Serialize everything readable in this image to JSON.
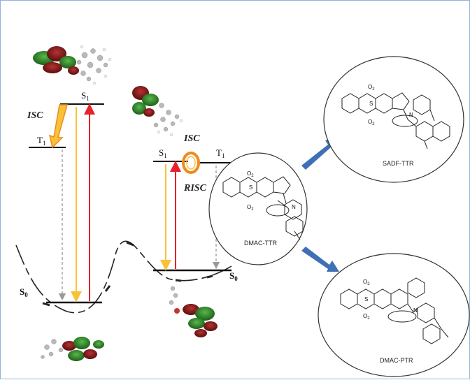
{
  "colors": {
    "red_arrow": "#e8202a",
    "yellow_arrow": "#f7c23a",
    "orange": "#f08a1c",
    "blue_arrow": "#3f6fb6",
    "orbital_green": "#2f8a2a",
    "orbital_red": "#8b1a1a"
  },
  "left_diagram": {
    "s1": "S",
    "s1_sub": "1",
    "t1": "T",
    "t1_sub": "1",
    "s0": "S",
    "s0_sub": "0",
    "isc": "ISC"
  },
  "right_diagram": {
    "s1": "S",
    "s1_sub": "1",
    "t1": "T",
    "t1_sub": "1",
    "s0": "S",
    "s0_sub": "0",
    "isc": "ISC",
    "risc": "RISC"
  },
  "molecules": {
    "center": {
      "name": "DMAC-TTR",
      "o2": "O",
      "o2_sub": "2",
      "s": "S",
      "n": "N"
    },
    "top_right": {
      "name": "SADF-TTR",
      "o2a": "O",
      "o2a_sub": "2",
      "o2b": "O",
      "o2b_sub": "2",
      "s": "S",
      "n": "N"
    },
    "bottom_right": {
      "name": "DMAC-PTR",
      "o2a": "O",
      "o2a_sub": "2",
      "o2b": "O",
      "o2b_sub": "2",
      "s": "S",
      "n": "N"
    }
  }
}
